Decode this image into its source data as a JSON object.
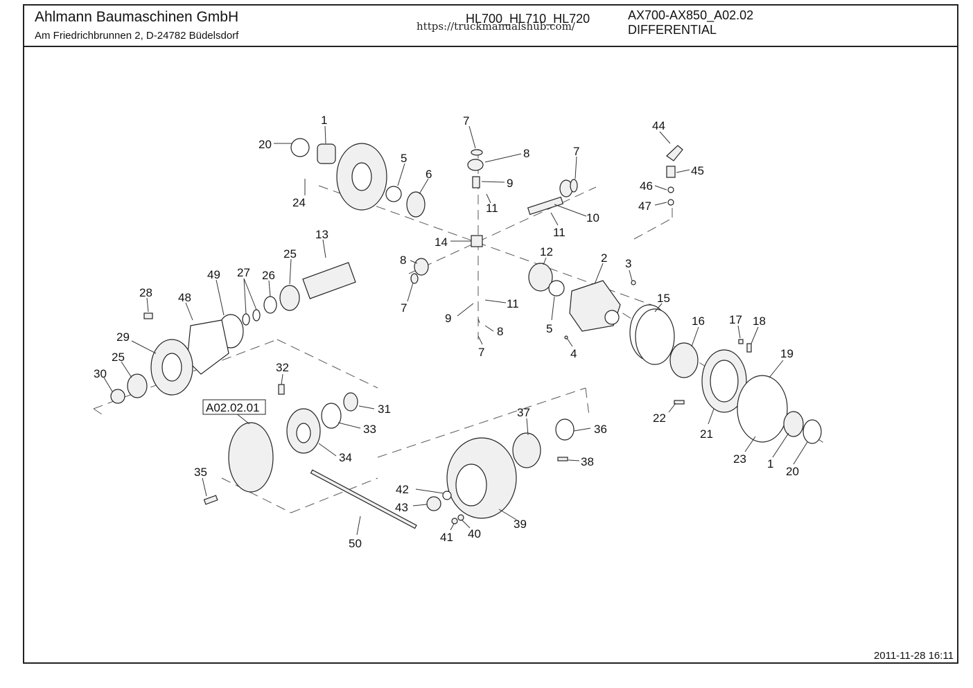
{
  "header": {
    "company": "Ahlmann Baumaschinen GmbH",
    "address": "Am Friedrichbrunnen 2,  D-24782 Büdelsdorf",
    "models": "HL700_HL710_HL720",
    "watermark": "https://truckmanualshub.com/",
    "code": "AX700-AX850_A02.02",
    "title": "DIFFERENTIAL"
  },
  "footer": {
    "timestamp": "2011-11-28 16:11"
  },
  "diagram": {
    "reference_box": "A02.02.01",
    "labels": [
      "1",
      "20",
      "24",
      "5",
      "6",
      "7",
      "8",
      "9",
      "11",
      "7",
      "10",
      "11",
      "44",
      "45",
      "46",
      "47",
      "13",
      "14",
      "25",
      "12",
      "2",
      "3",
      "8",
      "7",
      "9",
      "11",
      "5",
      "15",
      "4",
      "16",
      "17",
      "18",
      "49",
      "27",
      "26",
      "28",
      "48",
      "29",
      "25",
      "30",
      "8",
      "7",
      "19",
      "32",
      "31",
      "33",
      "34",
      "37",
      "36",
      "38",
      "22",
      "21",
      "23",
      "1",
      "20",
      "35",
      "42",
      "43",
      "39",
      "41",
      "40",
      "50"
    ]
  }
}
